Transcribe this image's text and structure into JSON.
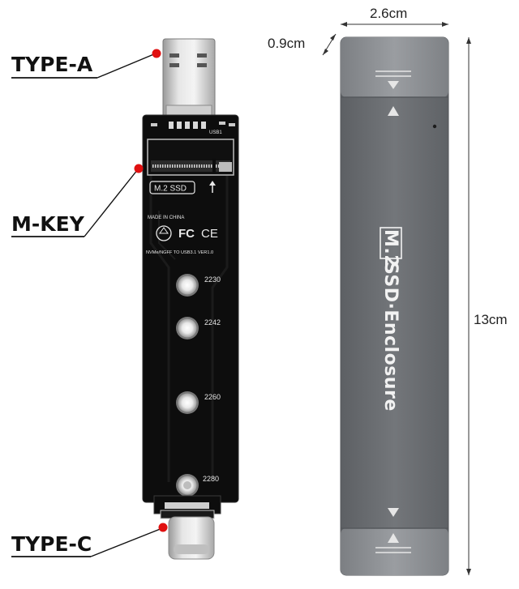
{
  "callouts": {
    "type_a": "TYPE-A",
    "m_key": "M-KEY",
    "type_c": "TYPE-C"
  },
  "dimensions": {
    "width": "2.6cm",
    "thickness": "0.9cm",
    "length": "13cm"
  },
  "pcb": {
    "slot_label": "M.2  SSD",
    "made_in": "MADE IN CHINA",
    "fc_mark": "FC",
    "ce_mark": "CE",
    "model_text": "NVMe/NGFF TO USB3.1 VER1.0",
    "usb_label": "USB1",
    "sizes": [
      "2230",
      "2242",
      "2260",
      "2280"
    ]
  },
  "enclosure": {
    "label_boxed": "M.2",
    "label_rest": "SSD·Enclosure"
  },
  "colors": {
    "pcb": "#0d0d0d",
    "enclosure": "#6d7074",
    "enclosure_cap": "#8a8d91",
    "callout_dot": "#e01010"
  }
}
